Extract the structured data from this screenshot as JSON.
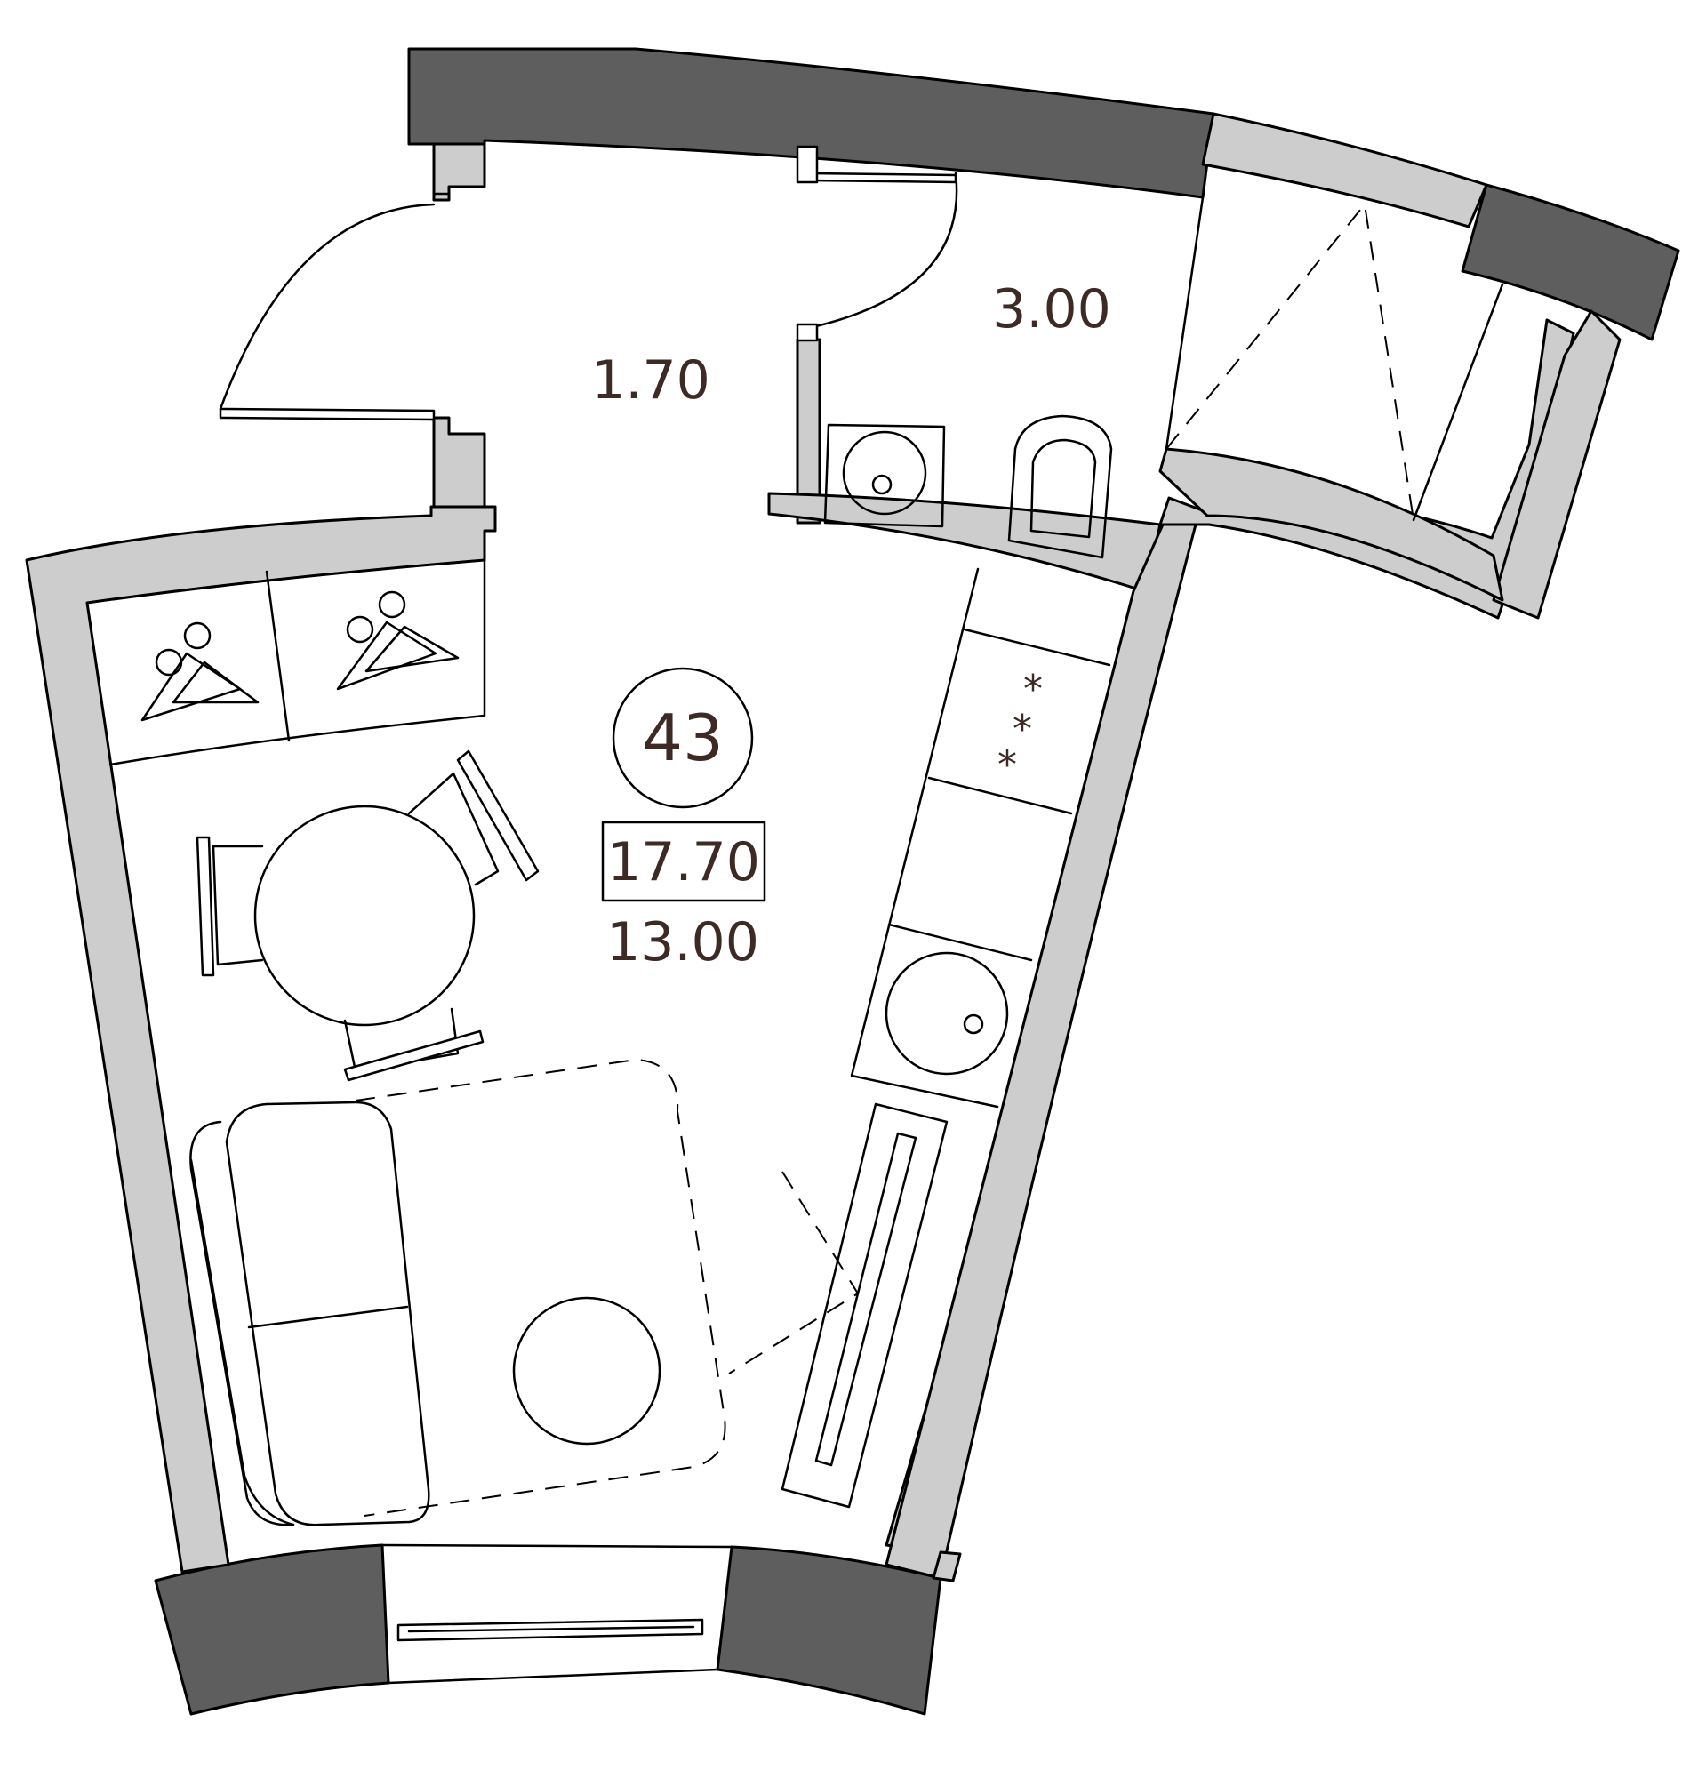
{
  "plan": {
    "unit_number": "43",
    "total_area": "17.70",
    "rooms": {
      "hall_area": "1.70",
      "bathroom_area": "3.00",
      "living_area": "13.00"
    },
    "colors": {
      "exterior_wall": "#5e5e5e",
      "interior_wall": "#cdcdcd",
      "label_text": "#3d2a24",
      "line": "#000000"
    },
    "icons": [
      "wardrobe-hanger-icon",
      "stove-burner-icon",
      "sink-icon",
      "toilet-icon",
      "dining-table-icon",
      "chair-icon",
      "sofa-icon",
      "radiator-icon"
    ]
  }
}
